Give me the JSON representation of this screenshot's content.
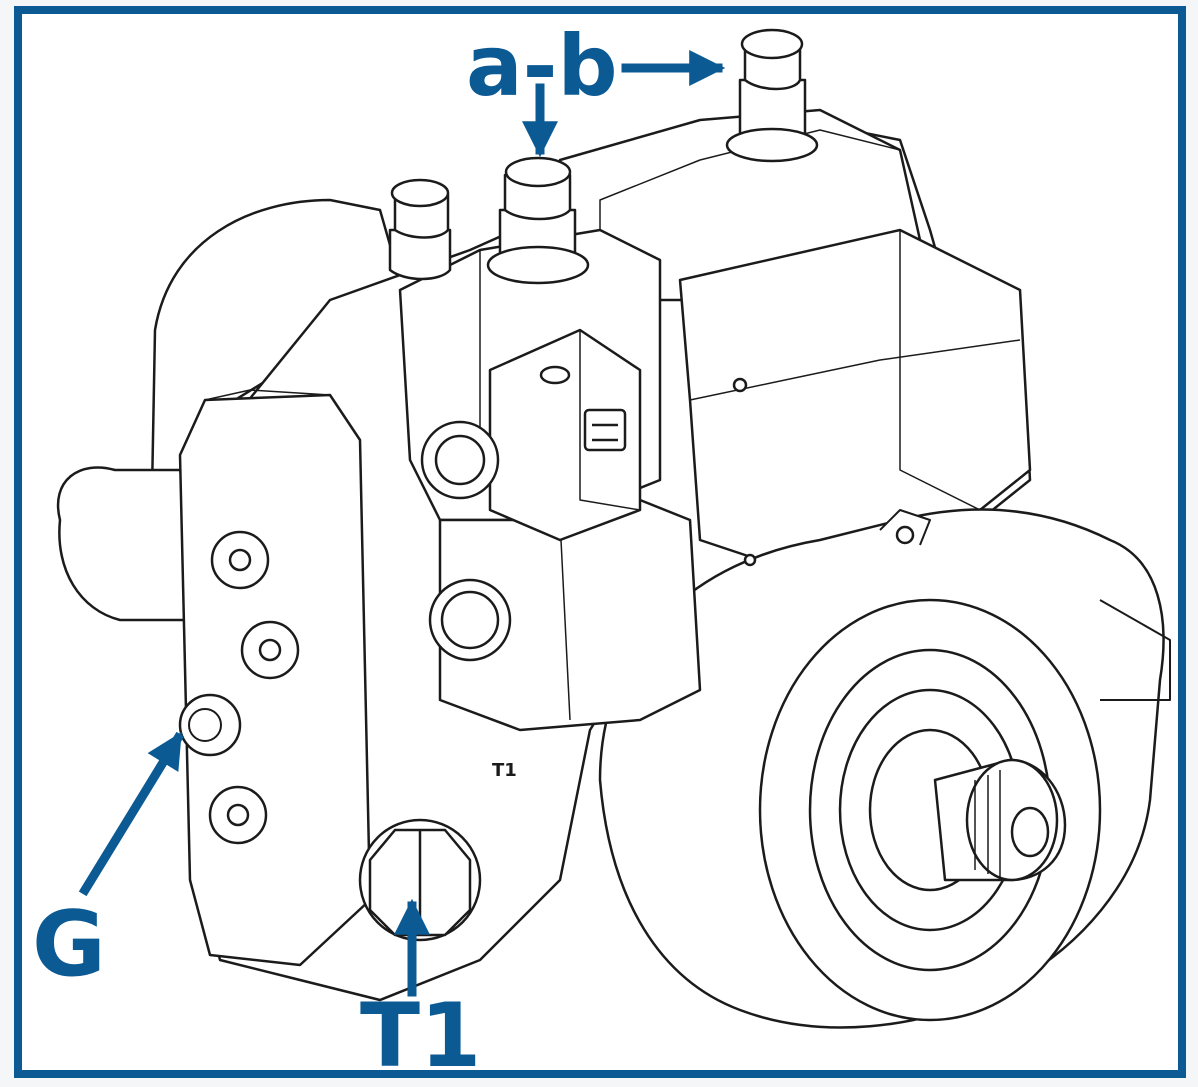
{
  "colors": {
    "accent": "#0c5a94",
    "line": "#1b1b1b",
    "background": "#ffffff"
  },
  "callouts": {
    "ab": "a-b",
    "g": "G",
    "t1": "T1"
  },
  "body_markings": {
    "t1_stamp": "T1"
  }
}
